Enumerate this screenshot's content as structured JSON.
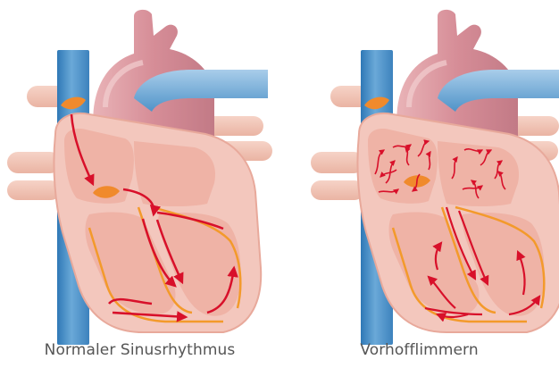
{
  "panels": [
    {
      "caption": "Normaler Sinusrhythmus"
    },
    {
      "caption": "Vorhofflimmern"
    }
  ],
  "colors": {
    "vein_blue": "#4f93c8",
    "vessel_pink": "#f1c1b1",
    "aorta_rose": "#d9939c",
    "heart_outer": "#f3c7bd",
    "chamber": "#efb3a6",
    "node_orange": "#f08a2c",
    "signal_red": "#d8102a",
    "conduction_orange": "#f39a2b"
  },
  "icons": [
    "heart-normal-sinus-rhythm",
    "heart-atrial-fibrillation"
  ]
}
